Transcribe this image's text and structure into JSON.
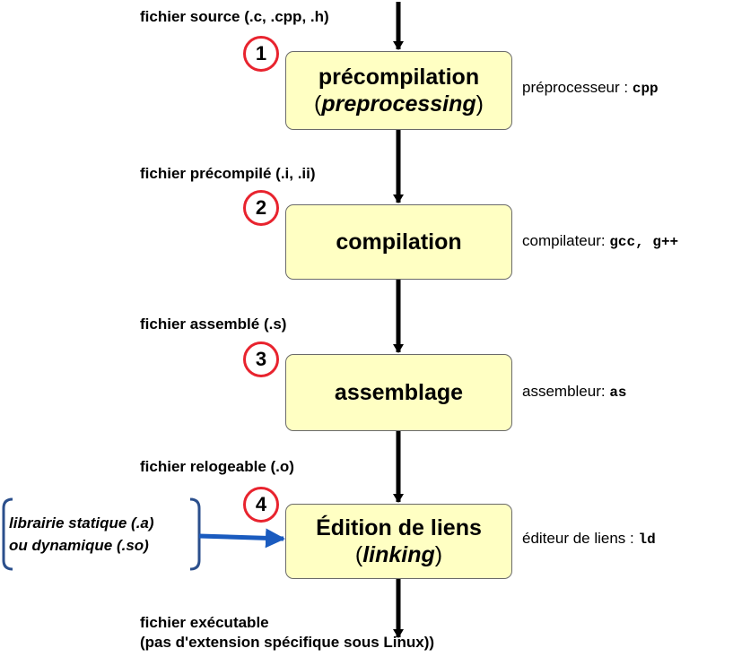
{
  "files": {
    "source": "fichier source (.c, .cpp, .h)",
    "preprocessed": "fichier précompilé (.i, .ii)",
    "assembled": "fichier assemblé (.s)",
    "object": "fichier relogeable (.o)",
    "executable_line1": "fichier exécutable",
    "executable_line2": "(pas d'extension spécifique sous Linux))"
  },
  "steps": [
    {
      "number": "1",
      "title": "précompilation",
      "subtitle_open": "(",
      "subtitle_italic": "preprocessing",
      "subtitle_close": ")",
      "tool_label": "préprocesseur : ",
      "tool_cmd": "cpp"
    },
    {
      "number": "2",
      "title": "compilation",
      "tool_label": "compilateur: ",
      "tool_cmd": "gcc, g++"
    },
    {
      "number": "3",
      "title": "assemblage",
      "tool_label": "assembleur: ",
      "tool_cmd": "as"
    },
    {
      "number": "4",
      "title": "Édition de liens",
      "subtitle_open": "(",
      "subtitle_italic": "linking",
      "subtitle_close": ")",
      "tool_label": "éditeur de liens : ",
      "tool_cmd": "ld"
    }
  ],
  "libraries": {
    "line1": "librairie statique (.a)",
    "line2": "ou dynamique (.so)"
  },
  "colors": {
    "box_fill": "#ffffc3",
    "badge_ring": "#e8232e",
    "library_arrow": "#1a5bbf",
    "bracket": "#2b4f8c"
  }
}
